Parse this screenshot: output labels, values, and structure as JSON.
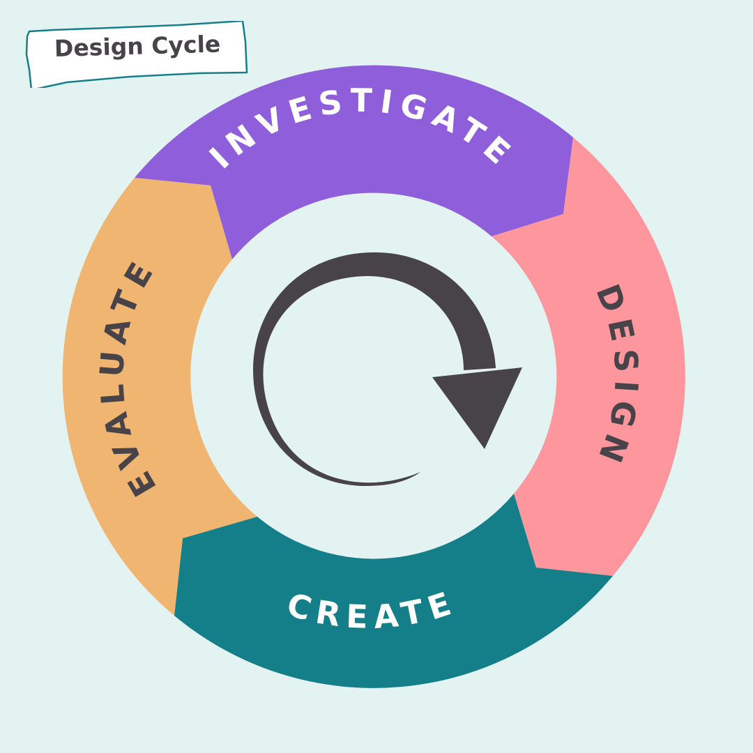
{
  "title": "Design Cycle",
  "stages": [
    {
      "id": "investigate",
      "label": "INVESTIGATE"
    },
    {
      "id": "design",
      "label": "DESIGN"
    },
    {
      "id": "create",
      "label": "CREATE"
    },
    {
      "id": "evaluate",
      "label": "EVALUATE"
    }
  ],
  "colors": {
    "background": "#E3F3F1",
    "investigate": "#8E5EDB",
    "design": "#FE979D",
    "create": "#147E89",
    "evaluate": "#EFB571",
    "arrow": "#474349",
    "label_light": "#FFFFFF",
    "label_dark": "#474349",
    "tag_border": "#147E89",
    "tag_text": "#474349",
    "tag_fill": "#FFFFFF"
  },
  "icons": {
    "center": "cycle-arrow-icon"
  }
}
